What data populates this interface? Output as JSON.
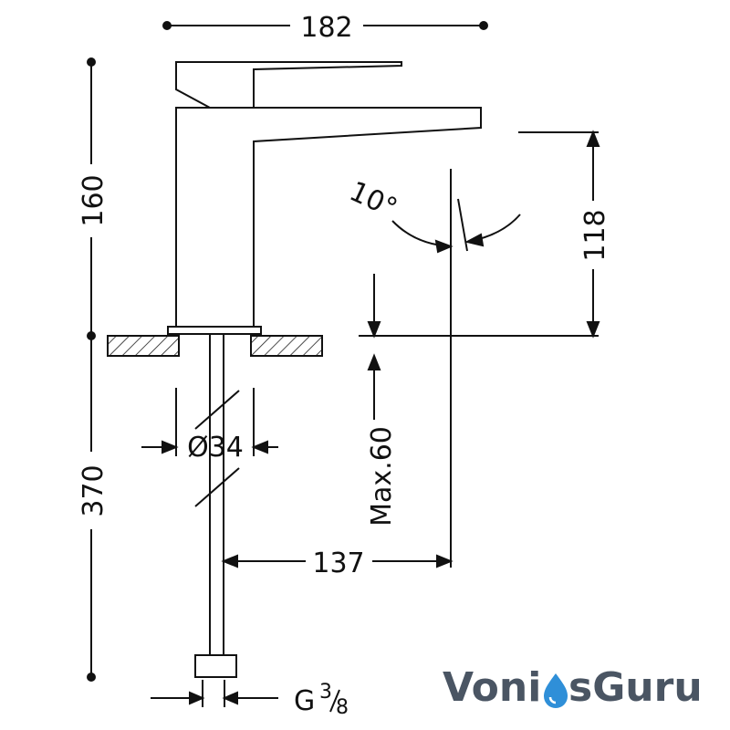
{
  "dimensions": {
    "width_total": "182",
    "height_spout": "160",
    "height_below": "370",
    "spout_clearance": "118",
    "angle": "10°",
    "pipe_diameter": "Ø34",
    "max_thickness": "Max.60",
    "spout_reach": "137",
    "connection_g": "G",
    "connection_num": "3",
    "connection_den": "8"
  },
  "logo": {
    "part1": "Voni",
    "part2": "sGuru"
  },
  "colors": {
    "line": "#111111",
    "logo_text": "#4a5563",
    "logo_drop": "#2f8fd8"
  }
}
